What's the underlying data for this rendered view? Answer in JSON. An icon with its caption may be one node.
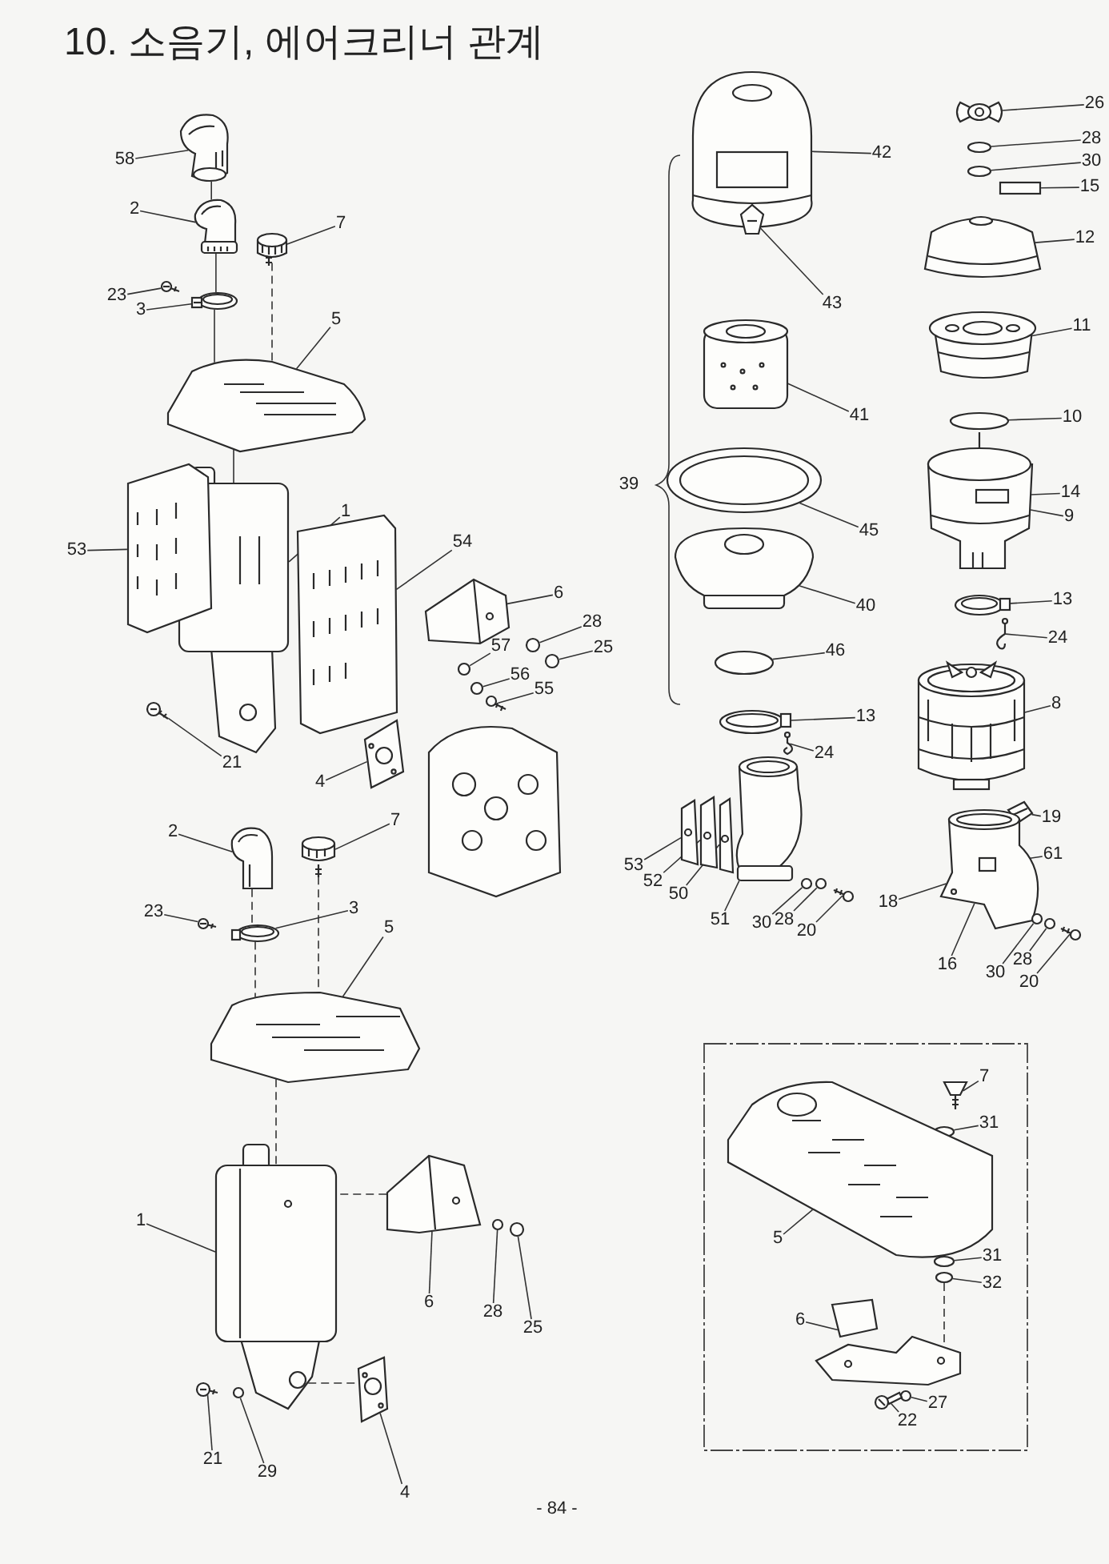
{
  "diagram": {
    "title": "10. 소음기, 에어크리너 관계",
    "nodes": [
      {
        "text": [
          "58"
        ]
      },
      {
        "text": [
          "2"
        ]
      },
      {
        "text": [
          "7"
        ]
      },
      {
        "text": [
          "23"
        ]
      },
      {
        "text": [
          "3"
        ]
      },
      {
        "text": [
          "5"
        ]
      },
      {
        "text": [
          "1"
        ]
      },
      {
        "text": [
          "53"
        ]
      },
      {
        "text": [
          "54"
        ]
      },
      {
        "text": [
          "6"
        ]
      },
      {
        "text": [
          "28"
        ]
      },
      {
        "text": [
          "25"
        ]
      },
      {
        "text": [
          "57"
        ]
      },
      {
        "text": [
          "56"
        ]
      },
      {
        "text": [
          "55"
        ]
      },
      {
        "text": [
          "21"
        ]
      },
      {
        "text": [
          "4"
        ]
      },
      {
        "text": [
          "2"
        ]
      },
      {
        "text": [
          "7"
        ]
      },
      {
        "text": [
          "23"
        ]
      },
      {
        "text": [
          "3"
        ]
      },
      {
        "text": [
          "5"
        ]
      },
      {
        "text": [
          "1"
        ]
      },
      {
        "text": [
          "6"
        ]
      },
      {
        "text": [
          "28"
        ]
      },
      {
        "text": [
          "25"
        ]
      },
      {
        "text": [
          "21"
        ]
      },
      {
        "text": [
          "29"
        ]
      },
      {
        "text": [
          "4"
        ]
      },
      {
        "text": [
          "42"
        ]
      },
      {
        "text": [
          "43"
        ]
      },
      {
        "text": [
          "41"
        ]
      },
      {
        "text": [
          "45"
        ]
      },
      {
        "text": [
          "40"
        ]
      },
      {
        "text": [
          "46"
        ]
      },
      {
        "text": [
          "13"
        ]
      },
      {
        "text": [
          "24"
        ]
      },
      {
        "text": [
          "53"
        ]
      },
      {
        "text": [
          "52"
        ]
      },
      {
        "text": [
          "50"
        ]
      },
      {
        "text": [
          "51"
        ]
      },
      {
        "text": [
          "30"
        ]
      },
      {
        "text": [
          "28"
        ]
      },
      {
        "text": [
          "20"
        ]
      },
      {
        "text": [
          "26"
        ]
      },
      {
        "text": [
          "28"
        ]
      },
      {
        "text": [
          "30"
        ]
      },
      {
        "text": [
          "15"
        ]
      },
      {
        "text": [
          "12"
        ]
      },
      {
        "text": [
          "11"
        ]
      },
      {
        "text": [
          "10"
        ]
      },
      {
        "text": [
          "14"
        ]
      },
      {
        "text": [
          "9"
        ]
      },
      {
        "text": [
          "13"
        ]
      },
      {
        "text": [
          "24"
        ]
      },
      {
        "text": [
          "8"
        ]
      },
      {
        "text": [
          "19"
        ]
      },
      {
        "text": [
          "61"
        ]
      },
      {
        "text": [
          "18"
        ]
      },
      {
        "text": [
          "16"
        ]
      },
      {
        "text": [
          "30"
        ]
      },
      {
        "text": [
          "28"
        ]
      },
      {
        "text": [
          "20"
        ]
      },
      {
        "text": [
          "7"
        ]
      },
      {
        "text": [
          "31"
        ]
      },
      {
        "text": [
          "5"
        ]
      },
      {
        "text": [
          "31"
        ]
      },
      {
        "text": [
          "32"
        ]
      },
      {
        "text": [
          "6"
        ]
      },
      {
        "text": [
          "27"
        ]
      },
      {
        "text": [
          "22"
        ]
      },
      {
        "text": [],
        "shape": "picture"
      },
      {
        "text": [],
        "shape": "picture"
      },
      {
        "text": [],
        "shape": "picture"
      },
      {
        "text": [],
        "shape": "picture"
      },
      {
        "text": [],
        "shape": "picture"
      },
      {
        "text": [],
        "shape": "picture"
      },
      {
        "text": [],
        "shape": "picture"
      },
      {
        "text": [],
        "shape": "picture"
      },
      {
        "text": [],
        "shape": "picture"
      },
      {
        "text": [],
        "shape": "picture"
      },
      {
        "text": [],
        "shape": "circle"
      },
      {
        "text": [],
        "shape": "circle"
      },
      {
        "text": [],
        "shape": "circle"
      },
      {
        "text": [],
        "shape": "circle"
      },
      {
        "text": [],
        "shape": "picture"
      },
      {
        "text": [],
        "shape": "picture"
      },
      {
        "text": [],
        "shape": "picture"
      },
      {
        "text": [],
        "shape": "picture"
      },
      {
        "text": [],
        "shape": "picture"
      },
      {
        "text": [],
        "shape": "picture"
      },
      {
        "text": [],
        "shape": "picture"
      },
      {
        "text": [],
        "shape": "picture"
      },
      {
        "text": [],
        "shape": "picture"
      },
      {
        "text": [],
        "shape": "picture"
      },
      {
        "text": [],
        "shape": "picture"
      },
      {
        "text": [],
        "shape": "circle"
      },
      {
        "text": [],
        "shape": "circle"
      },
      {
        "text": [],
        "shape": "picture"
      },
      {
        "text": [],
        "shape": "circle"
      },
      {
        "text": [],
        "shape": "picture"
      },
      {
        "text": [],
        "shape": "picture"
      },
      {
        "text": [],
        "shape": "picture"
      },
      {
        "text": [],
        "shape": "picture"
      },
      {
        "text": [],
        "shape": "picture"
      },
      {
        "text": [],
        "shape": "picture"
      },
      {
        "text": [],
        "shape": "circle"
      },
      {
        "text": [],
        "shape": "picture"
      },
      {
        "text": [],
        "shape": "picture"
      },
      {
        "text": [],
        "shape": "picture"
      },
      {
        "text": [],
        "shape": "picture"
      },
      {
        "text": [],
        "shape": "picture"
      },
      {
        "text": [],
        "shape": "picture"
      },
      {
        "text": [],
        "shape": "circle"
      },
      {
        "text": [],
        "shape": "circle"
      },
      {
        "text": [],
        "shape": "picture"
      },
      {
        "text": [],
        "shape": "picture"
      },
      {
        "text": [],
        "shape": "circle"
      },
      {
        "text": [],
        "shape": "circle"
      },
      {
        "text": [],
        "shape": "box"
      },
      {
        "text": [],
        "shape": "picture"
      },
      {
        "text": [],
        "shape": "picture"
      },
      {
        "text": [],
        "shape": "circle"
      },
      {
        "text": [],
        "shape": "picture"
      },
      {
        "text": [],
        "shape": "box",
        "in": 123
      },
      {
        "text": [],
        "shape": "picture"
      },
      {
        "text": [],
        "shape": "picture"
      },
      {
        "text": [],
        "shape": "picture"
      },
      {
        "text": [],
        "shape": "picture"
      },
      {
        "text": [],
        "shape": "picture"
      },
      {
        "text": [],
        "shape": "box",
        "in": 129
      },
      {
        "text": [],
        "shape": "circle"
      },
      {
        "text": [],
        "shape": "circle"
      },
      {
        "text": [],
        "shape": "picture"
      },
      {
        "text": [],
        "shape": "picture"
      },
      {
        "text": [],
        "shape": "circle"
      },
      {
        "text": [],
        "shape": "picture"
      },
      {
        "text": [],
        "shape": "circle"
      },
      {
        "text": [],
        "shape": "circle"
      },
      {
        "text": [],
        "shape": "picture"
      },
      {
        "text": [],
        "shape": "circle"
      },
      {
        "text": [],
        "shape": "picture"
      }
    ],
    "edges": [
      {
        "from": 0,
        "to": 71,
        "arrow": "none"
      },
      {
        "from": 1,
        "to": 72,
        "arrow": "none"
      },
      {
        "from": 2,
        "to": 73,
        "arrow": "none"
      },
      {
        "from": 3,
        "to": 74,
        "arrow": "none"
      },
      {
        "from": 4,
        "to": 75,
        "arrow": "none"
      },
      {
        "from": 5,
        "to": 76,
        "arrow": "none"
      },
      {
        "from": 6,
        "to": 77,
        "arrow": "none"
      },
      {
        "from": 7,
        "to": 78,
        "arrow": "none"
      },
      {
        "from": 8,
        "to": 79,
        "arrow": "none"
      },
      {
        "from": 9,
        "to": 80,
        "arrow": "none"
      },
      {
        "from": 10,
        "to": 81,
        "arrow": "none"
      },
      {
        "from": 11,
        "to": 82,
        "arrow": "none"
      },
      {
        "from": 12,
        "to": 83,
        "arrow": "none"
      },
      {
        "from": 13,
        "to": 84,
        "arrow": "none"
      },
      {
        "from": 14,
        "to": 85,
        "arrow": "none"
      },
      {
        "from": 15,
        "to": 86,
        "arrow": "none"
      },
      {
        "from": 16,
        "to": 87,
        "arrow": "none"
      },
      {
        "from": 17,
        "to": 89,
        "arrow": "none"
      },
      {
        "from": 18,
        "to": 90,
        "arrow": "none"
      },
      {
        "from": 19,
        "to": 91,
        "arrow": "none"
      },
      {
        "from": 20,
        "to": 92,
        "arrow": "none"
      },
      {
        "from": 21,
        "to": 93,
        "arrow": "none"
      },
      {
        "from": 22,
        "to": 94,
        "arrow": "none"
      },
      {
        "from": 23,
        "to": 95,
        "arrow": "none"
      },
      {
        "from": 24,
        "to": 96,
        "arrow": "none"
      },
      {
        "from": 25,
        "to": 97,
        "arrow": "none"
      },
      {
        "from": 26,
        "to": 98,
        "arrow": "none"
      },
      {
        "from": 27,
        "to": 99,
        "arrow": "none"
      },
      {
        "from": 28,
        "to": 100,
        "arrow": "none"
      },
      {
        "from": 29,
        "to": 101,
        "arrow": "none"
      },
      {
        "from": 30,
        "to": 102,
        "arrow": "none"
      },
      {
        "from": 31,
        "to": 103,
        "arrow": "none"
      },
      {
        "from": 32,
        "to": 104,
        "arrow": "none"
      },
      {
        "from": 33,
        "to": 105,
        "arrow": "none"
      },
      {
        "from": 34,
        "to": 106,
        "arrow": "none"
      },
      {
        "from": 35,
        "to": 107,
        "arrow": "none"
      },
      {
        "from": 36,
        "to": 108,
        "arrow": "none"
      },
      {
        "from": 37,
        "to": 109,
        "arrow": "none"
      },
      {
        "from": 38,
        "to": 110,
        "arrow": "none"
      },
      {
        "from": 39,
        "to": 111,
        "arrow": "none"
      },
      {
        "from": 40,
        "to": 112,
        "arrow": "none"
      },
      {
        "from": 41,
        "to": 113,
        "arrow": "none"
      },
      {
        "from": 42,
        "to": 114,
        "arrow": "none"
      },
      {
        "from": 43,
        "to": 115,
        "arrow": "none"
      },
      {
        "from": 44,
        "to": 116,
        "arrow": "none"
      },
      {
        "from": 45,
        "to": 117,
        "arrow": "none"
      },
      {
        "from": 46,
        "to": 118,
        "arrow": "none"
      },
      {
        "from": 47,
        "to": 119,
        "arrow": "none"
      },
      {
        "from": 48,
        "to": 120,
        "arrow": "none"
      },
      {
        "from": 49,
        "to": 121,
        "arrow": "none"
      },
      {
        "from": 50,
        "to": 122,
        "arrow": "none"
      },
      {
        "from": 51,
        "to": 124,
        "arrow": "none"
      },
      {
        "from": 52,
        "to": 123,
        "arrow": "none"
      },
      {
        "from": 53,
        "to": 125,
        "arrow": "none"
      },
      {
        "from": 54,
        "to": 126,
        "arrow": "none"
      },
      {
        "from": 55,
        "to": 127,
        "arrow": "none"
      },
      {
        "from": 56,
        "to": 128,
        "arrow": "none"
      },
      {
        "from": 57,
        "to": 130,
        "arrow": "none"
      },
      {
        "from": 58,
        "to": 129,
        "arrow": "none"
      },
      {
        "from": 59,
        "to": 129,
        "arrow": "none"
      },
      {
        "from": 60,
        "to": 131,
        "arrow": "none"
      },
      {
        "from": 61,
        "to": 132,
        "arrow": "none"
      },
      {
        "from": 62,
        "to": 133,
        "arrow": "none"
      },
      {
        "from": 63,
        "to": 134,
        "arrow": "none"
      },
      {
        "from": 64,
        "to": 135,
        "arrow": "none"
      },
      {
        "from": 65,
        "to": 136,
        "arrow": "none"
      },
      {
        "from": 66,
        "to": 137,
        "arrow": "none"
      },
      {
        "from": 67,
        "to": 138,
        "arrow": "none"
      },
      {
        "from": 68,
        "to": 139,
        "arrow": "none"
      },
      {
        "from": 69,
        "to": 140,
        "arrow": "none"
      },
      {
        "from": 70,
        "to": 141,
        "arrow": "none"
      },
      {
        "from": 71,
        "to": 72,
        "arrow": "none"
      },
      {
        "from": 72,
        "to": 75,
        "arrow": "none"
      },
      {
        "from": 75,
        "to": 76,
        "arrow": "none"
      },
      {
        "from": 76,
        "to": 77,
        "arrow": "none"
      },
      {
        "from": 73,
        "to": 76,
        "arrow": "none",
        "style": "dashed"
      },
      {
        "from": 89,
        "to": 92,
        "arrow": "none",
        "style": "dashed"
      },
      {
        "from": 92,
        "to": 93,
        "arrow": "none",
        "style": "dashed"
      },
      {
        "from": 93,
        "to": 94,
        "arrow": "none",
        "style": "dashed"
      },
      {
        "from": 90,
        "to": 93,
        "arrow": "none",
        "style": "dashed"
      },
      {
        "from": 95,
        "to": 94,
        "arrow": "none",
        "style": "dashed"
      },
      {
        "from": 94,
        "to": 100,
        "arrow": "none",
        "style": "dashed"
      },
      {
        "from": 138,
        "to": 139,
        "arrow": "none",
        "style": "dashed"
      }
    ],
    "labels": [
      "39",
      "- 84 -"
    ]
  }
}
